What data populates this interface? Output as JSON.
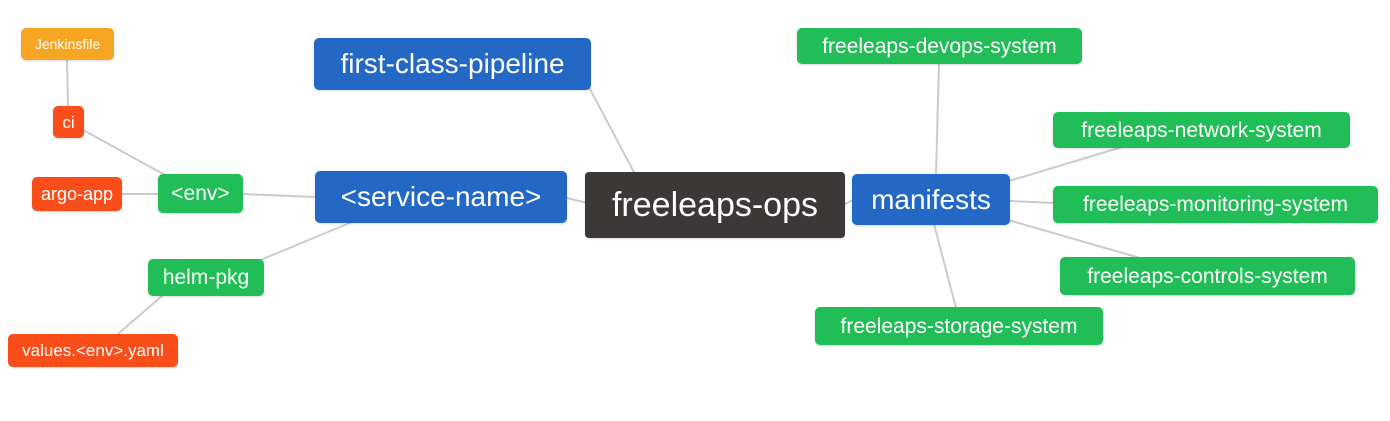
{
  "colors": {
    "blue": "#2368C4",
    "green": "#21BE57",
    "orange": "#F6A623",
    "red_orange": "#F94D1A",
    "dark": "#3B3837",
    "edge": "#CBCBCB",
    "background": "#FFFFFF",
    "node_text": "#FFFFFF"
  },
  "nodes": {
    "jenkinsfile": {
      "label": "Jenkinsfile"
    },
    "ci": {
      "label": "ci"
    },
    "argo_app": {
      "label": "argo-app"
    },
    "env": {
      "label": "<env>"
    },
    "helm_pkg": {
      "label": "helm-pkg"
    },
    "values_env_yaml": {
      "label": "values.<env>.yaml"
    },
    "first_class_pipeline": {
      "label": "first-class-pipeline"
    },
    "service_name": {
      "label": "<service-name>"
    },
    "freeleaps_ops": {
      "label": "freeleaps-ops"
    },
    "manifests": {
      "label": "manifests"
    },
    "devops_system": {
      "label": "freeleaps-devops-system"
    },
    "network_system": {
      "label": "freeleaps-network-system"
    },
    "monitoring_system": {
      "label": "freeleaps-monitoring-system"
    },
    "controls_system": {
      "label": "freeleaps-controls-system"
    },
    "storage_system": {
      "label": "freeleaps-storage-system"
    }
  },
  "edges": [
    {
      "from": "Jenkinsfile",
      "to": "ci"
    },
    {
      "from": "ci",
      "to": "<env>"
    },
    {
      "from": "argo-app",
      "to": "<env>"
    },
    {
      "from": "<env>",
      "to": "<service-name>"
    },
    {
      "from": "helm-pkg",
      "to": "<service-name>"
    },
    {
      "from": "values.<env>.yaml",
      "to": "helm-pkg"
    },
    {
      "from": "first-class-pipeline",
      "to": "freeleaps-ops"
    },
    {
      "from": "<service-name>",
      "to": "freeleaps-ops"
    },
    {
      "from": "freeleaps-ops",
      "to": "manifests"
    },
    {
      "from": "manifests",
      "to": "freeleaps-devops-system"
    },
    {
      "from": "manifests",
      "to": "freeleaps-network-system"
    },
    {
      "from": "manifests",
      "to": "freeleaps-monitoring-system"
    },
    {
      "from": "manifests",
      "to": "freeleaps-controls-system"
    },
    {
      "from": "manifests",
      "to": "freeleaps-storage-system"
    }
  ]
}
